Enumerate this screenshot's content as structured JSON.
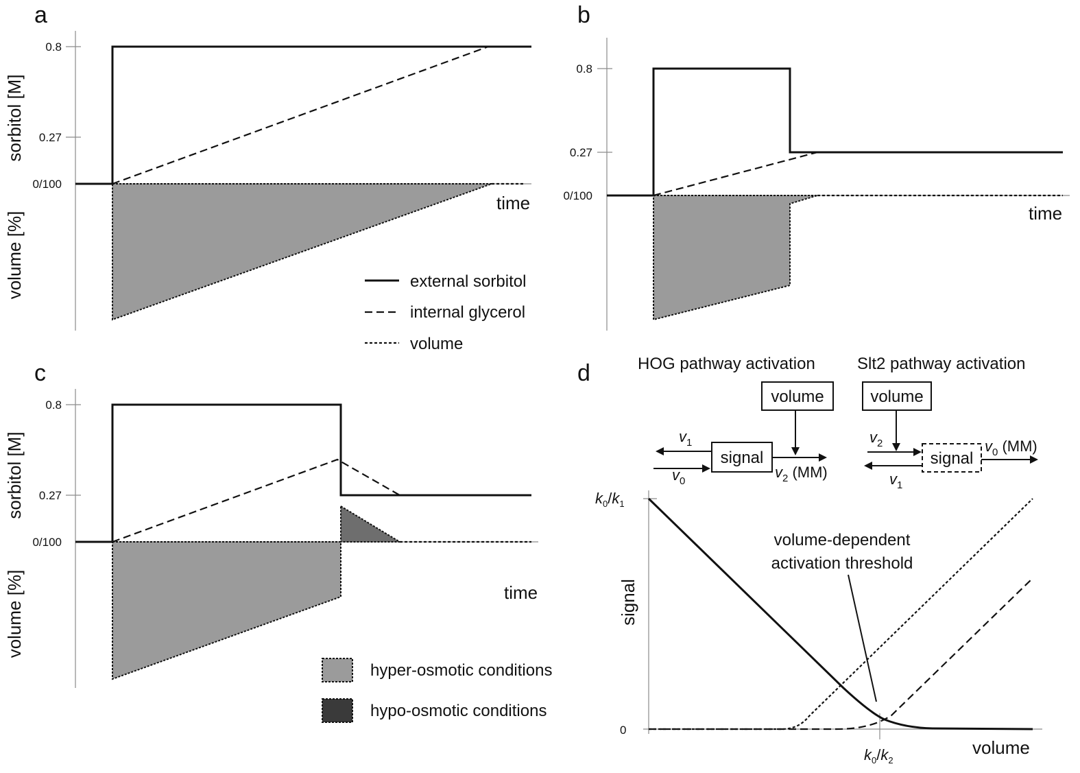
{
  "panels": {
    "a": {
      "letter": "a",
      "yticks": [
        "0.8",
        "0.27",
        "0/100"
      ],
      "ylabel_top": "sorbitol [M]",
      "ylabel_bottom": "volume [%]",
      "xlabel": "time"
    },
    "b": {
      "letter": "b",
      "yticks": [
        "0.8",
        "0.27",
        "0/100"
      ],
      "xlabel": "time"
    },
    "c": {
      "letter": "c",
      "yticks": [
        "0.8",
        "0.27",
        "0/100"
      ],
      "ylabel_top": "sorbitol [M]",
      "ylabel_bottom": "volume [%]",
      "xlabel": "time"
    },
    "d": {
      "letter": "d",
      "hog_title": "HOG pathway activation",
      "slt2_title": "Slt2 pathway activation",
      "volume_box": "volume",
      "signal_box": "signal",
      "hog_v1": "v",
      "hog_v1_sub": "1",
      "hog_v0": "v",
      "hog_v0_sub": "0",
      "hog_v2": "v",
      "hog_v2_sub": "2",
      "hog_v2_suffix": " (MM)",
      "slt2_v2": "v",
      "slt2_v2_sub": "2",
      "slt2_v1": "v",
      "slt2_v1_sub": "1",
      "slt2_v0": "v",
      "slt2_v0_sub": "0",
      "slt2_v0_suffix": " (MM)",
      "ytick_top_k0": "k",
      "ytick_top_k0_sub": "0",
      "ytick_top_k1": "k",
      "ytick_top_k1_sub": "1",
      "ytick_zero": "0",
      "xtick_k0": "k",
      "xtick_k0_sub": "0",
      "xtick_k2": "k",
      "xtick_k2_sub": "2",
      "ylabel": "signal",
      "xlabel": "volume",
      "annotation_line1": "volume-dependent",
      "annotation_line2": "activation threshold"
    }
  },
  "legend_lines": [
    "external sorbitol",
    "internal glycerol",
    "volume"
  ],
  "legend_conditions": [
    "hyper-osmotic conditions",
    "hypo-osmotic conditions"
  ],
  "colors": {
    "hyper": "#9b9b9b",
    "hypo": "#6e6e6e",
    "line": "#111111",
    "axis": "#8a8a8a"
  }
}
